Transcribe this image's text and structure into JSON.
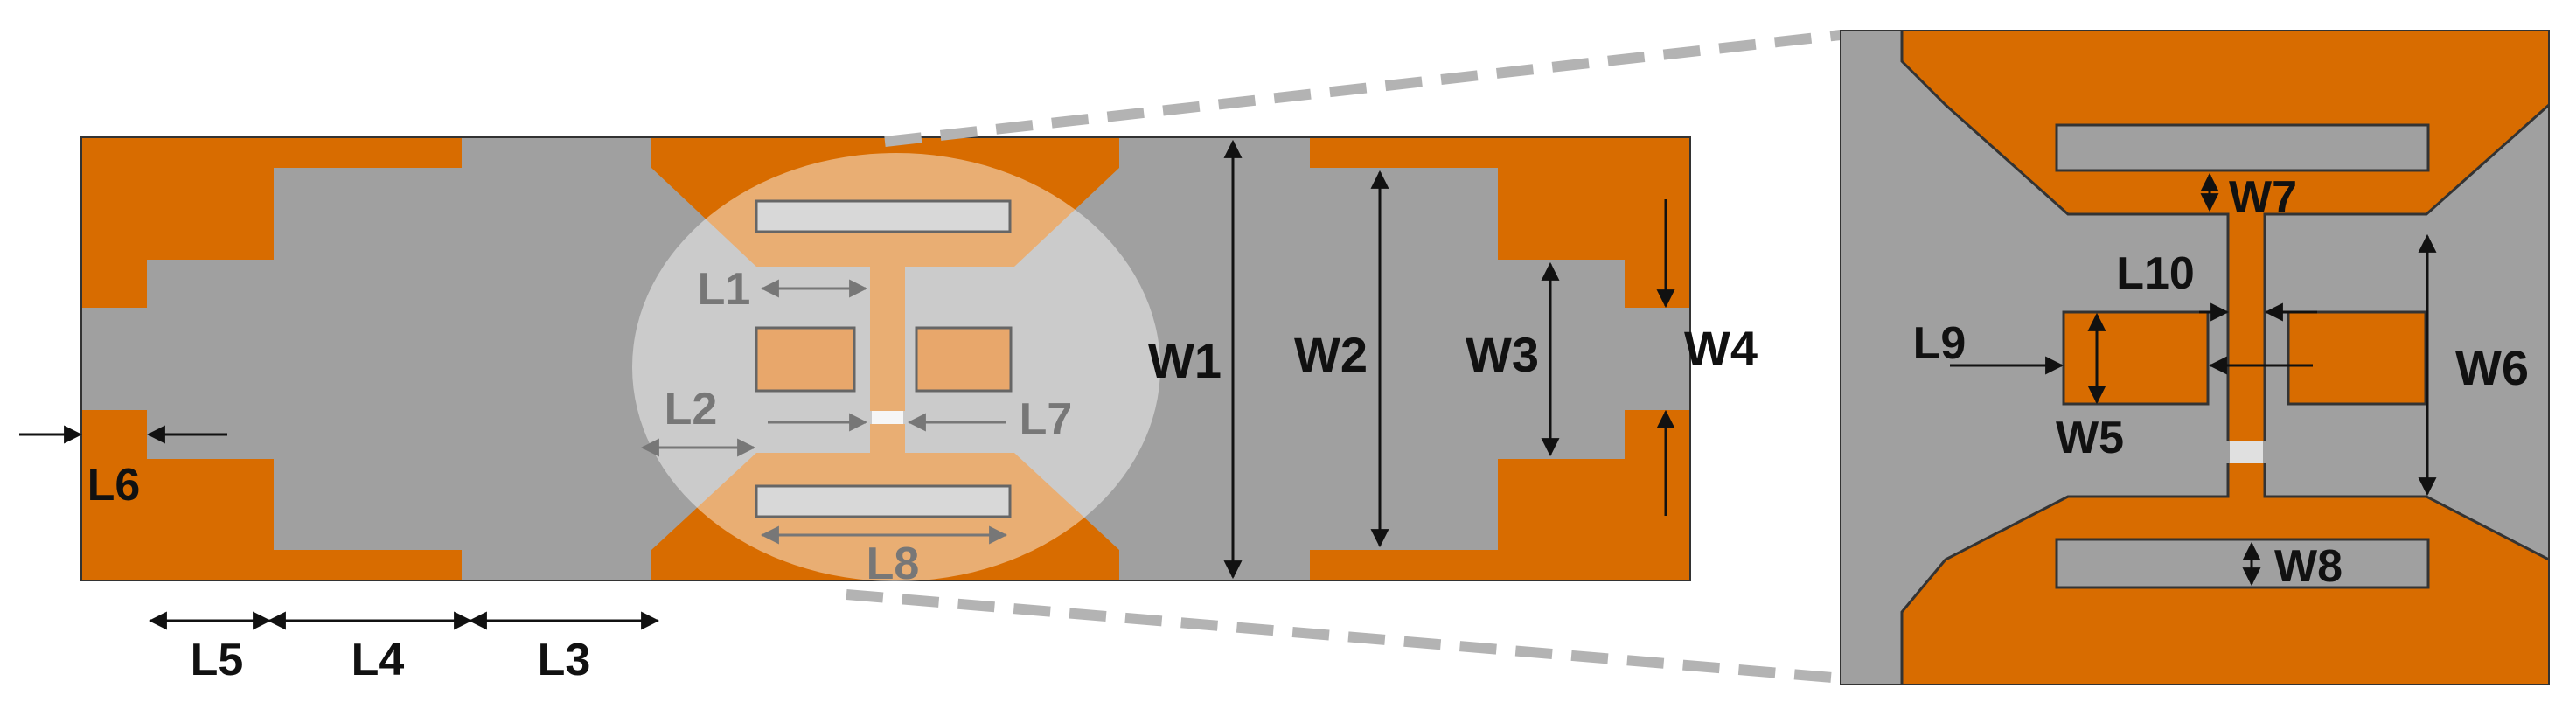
{
  "colors": {
    "copper": "#d86c00",
    "substrate": "#a0a0a0",
    "outline": "#555555",
    "dimension_line": "#111111",
    "lens_fill": "#ffffff",
    "callout_dash": "#b3b3b3",
    "dim_text": "#111111",
    "muted_text": "#777777",
    "inset_slot": "#ffffff"
  },
  "labels": {
    "L1": "L1",
    "L2": "L2",
    "L3": "L3",
    "L4": "L4",
    "L5": "L5",
    "L6": "L6",
    "L7": "L7",
    "L8": "L8",
    "L9": "L9",
    "L10": "L10",
    "W1": "W1",
    "W2": "W2",
    "W3": "W3",
    "W4": "W4",
    "W5": "W5",
    "W6": "W6",
    "W7": "W7",
    "W8": "W8"
  }
}
